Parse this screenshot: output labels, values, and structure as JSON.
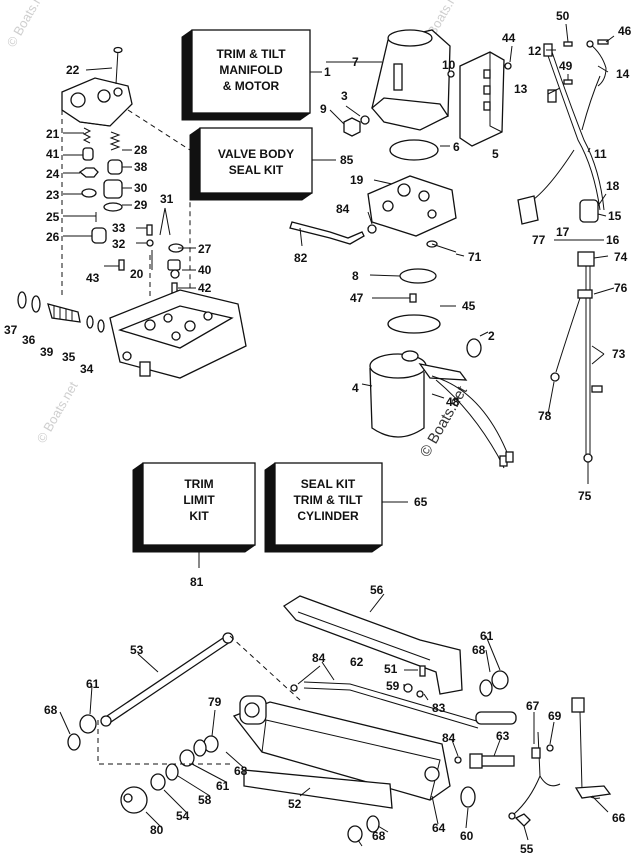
{
  "watermarks": [
    "© Boats.net",
    "© Boats.net",
    "© Boats.net",
    "© Boats.net"
  ],
  "kits": {
    "manifold": [
      "TRIM & TILT",
      "MANIFOLD",
      "& MOTOR"
    ],
    "valve": [
      "VALVE BODY",
      "SEAL KIT"
    ],
    "trim_limit": [
      "TRIM",
      "LIMIT",
      "KIT"
    ],
    "seal": [
      "SEAL KIT",
      "TRIM & TILT",
      "CYLINDER"
    ]
  },
  "callouts": {
    "c1": "1",
    "c2": "2",
    "c3": "3",
    "c4": "4",
    "c5": "5",
    "c6": "6",
    "c7": "7",
    "c8": "8",
    "c9": "9",
    "c10": "10",
    "c11": "11",
    "c12": "12",
    "c13": "13",
    "c14": "14",
    "c15": "15",
    "c16": "16",
    "c17": "17",
    "c18": "18",
    "c19": "19",
    "c20": "20",
    "c21": "21",
    "c22": "22",
    "c23": "23",
    "c24": "24",
    "c25": "25",
    "c26": "26",
    "c27": "27",
    "c28": "28",
    "c29": "29",
    "c30": "30",
    "c31": "31",
    "c32": "32",
    "c33": "33",
    "c34": "34",
    "c35": "35",
    "c36": "36",
    "c37": "37",
    "c38": "38",
    "c39": "39",
    "c40": "40",
    "c41": "41",
    "c42": "42",
    "c43": "43",
    "c44": "44",
    "c45": "45",
    "c46": "46",
    "c47": "47",
    "c48": "48",
    "c49": "49",
    "c50": "50",
    "c51": "51",
    "c52": "52",
    "c53": "53",
    "c54": "54",
    "c55": "55",
    "c56": "56",
    "c58": "58",
    "c59": "59",
    "c60": "60",
    "c61a": "61",
    "c61b": "61",
    "c61c": "61",
    "c62": "62",
    "c63": "63",
    "c64": "64",
    "c65": "65",
    "c66": "66",
    "c67": "67",
    "c68a": "68",
    "c68b": "68",
    "c68c": "68",
    "c68d": "68",
    "c69": "69",
    "c71": "71",
    "c73": "73",
    "c74": "74",
    "c75": "75",
    "c76": "76",
    "c77": "77",
    "c78": "78",
    "c79": "79",
    "c80": "80",
    "c81": "81",
    "c82": "82",
    "c83": "83",
    "c84a": "84",
    "c84b": "84",
    "c84c": "84",
    "c85": "85"
  }
}
